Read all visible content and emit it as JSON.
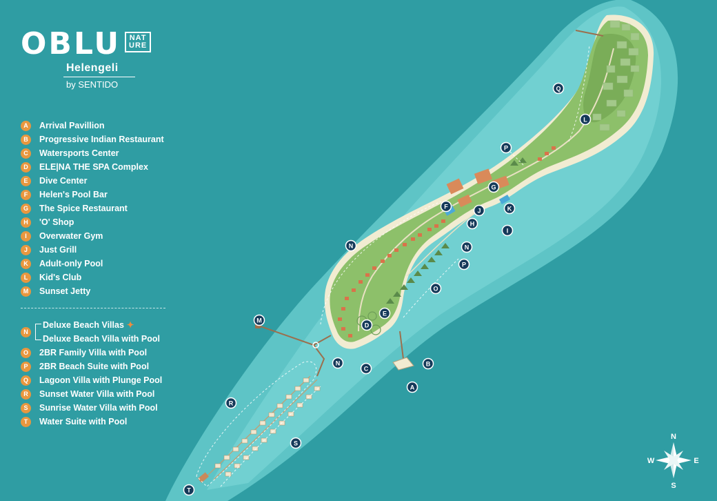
{
  "logo": {
    "brand": "OBLU",
    "nature_top": "NAT",
    "nature_bottom": "URE",
    "resort": "Helengeli",
    "by": "by SENTIDO"
  },
  "legend_facilities": [
    {
      "key": "A",
      "label": "Arrival Pavillion"
    },
    {
      "key": "B",
      "label": "Progressive Indian Restaurant"
    },
    {
      "key": "C",
      "label": "Watersports Center"
    },
    {
      "key": "D",
      "label": "ELE|NA THE SPA Complex"
    },
    {
      "key": "E",
      "label": "Dive Center"
    },
    {
      "key": "F",
      "label": "Helen's Pool Bar"
    },
    {
      "key": "G",
      "label": "The Spice Restaurant"
    },
    {
      "key": "H",
      "label": "'O' Shop"
    },
    {
      "key": "I",
      "label": "Overwater Gym"
    },
    {
      "key": "J",
      "label": "Just Grill"
    },
    {
      "key": "K",
      "label": "Adult-only Pool"
    },
    {
      "key": "L",
      "label": "Kid's Club"
    },
    {
      "key": "M",
      "label": "Sunset Jetty"
    }
  ],
  "legend_villas_n": {
    "key": "N",
    "labels": [
      "Deluxe Beach Villas",
      "Deluxe Beach Villa with Pool"
    ],
    "star": "✦"
  },
  "legend_villas": [
    {
      "key": "O",
      "label": "2BR Family Villa with Pool"
    },
    {
      "key": "P",
      "label": "2BR Beach Suite with Pool"
    },
    {
      "key": "Q",
      "label": "Lagoon Villa with Plunge Pool"
    },
    {
      "key": "R",
      "label": "Sunset Water Villa with Pool"
    },
    {
      "key": "S",
      "label": "Sunrise Water Villa with Pool"
    },
    {
      "key": "T",
      "label": "Water Suite with Pool"
    }
  ],
  "compass": {
    "n": "N",
    "e": "E",
    "s": "S",
    "w": "W"
  },
  "map_markers": [
    "A",
    "B",
    "C",
    "D",
    "E",
    "F",
    "G",
    "H",
    "I",
    "J",
    "K",
    "L",
    "M",
    "N",
    "N",
    "N",
    "O",
    "P",
    "P",
    "Q",
    "R",
    "S",
    "T"
  ],
  "colors": {
    "ocean": "#2f9da3",
    "lagoon": "#6fcfd1",
    "island": "#8dc06a",
    "beach": "#f1ecd2",
    "badge_orange": "#e8973f",
    "badge_navy": "#153a5a",
    "roof": "#d9734a"
  }
}
